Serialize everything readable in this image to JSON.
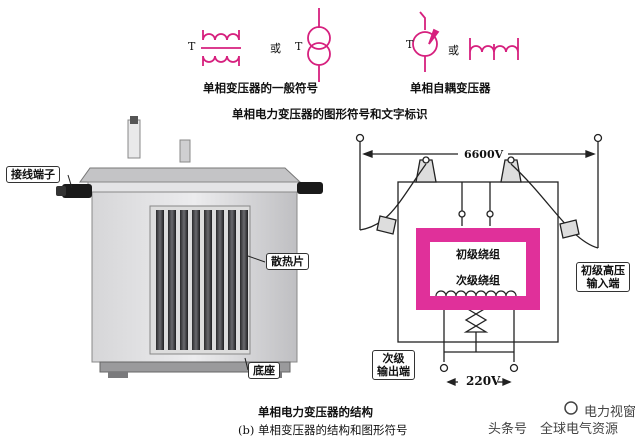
{
  "top_symbols": {
    "letter_t1": "T",
    "or1": "或",
    "letter_t2": "T",
    "letter_t3": "T",
    "or2": "或",
    "caption_left": "单相变压器的一般符号",
    "caption_right": "单相自耦变压器",
    "title": "单相电力变压器的图形符号和文字标识"
  },
  "photo_labels": {
    "terminal": "接线端子",
    "radiator": "散热片",
    "base": "底座"
  },
  "schematic": {
    "voltage_top": "6600V",
    "primary_winding": "初级绕组",
    "secondary_winding": "次级绕组",
    "primary_input_line1": "初级高压",
    "primary_input_line2": "输入端",
    "secondary_output_line1": "次级",
    "secondary_output_line2": "输出端",
    "voltage_bottom": "220V"
  },
  "bottom_captions": {
    "caption1": "单相电力变压器的结构",
    "caption2": "(b) 单相变压器的结构和图形符号"
  },
  "watermark": {
    "part1": "头条号",
    "part2": "全球电气资源",
    "part3": "电力视窗"
  },
  "colors": {
    "symbol_magenta": "#d6207e",
    "core_magenta": "#e0309a"
  }
}
